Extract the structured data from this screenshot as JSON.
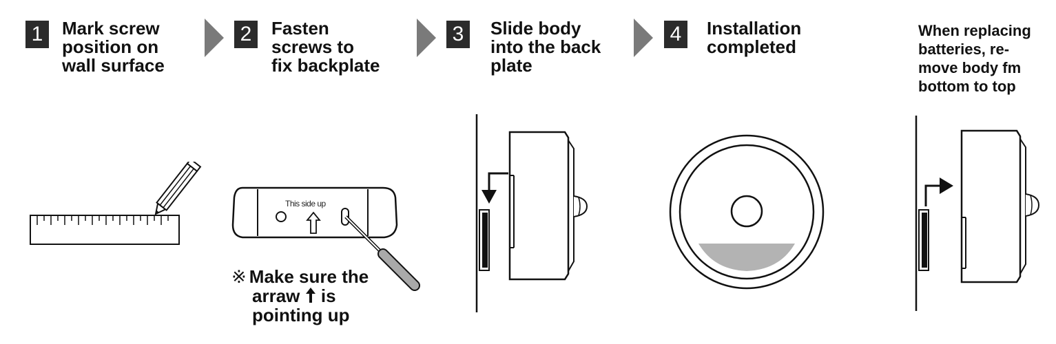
{
  "steps": [
    {
      "number": "1",
      "title": "Mark screw\nposition on\nwall surface"
    },
    {
      "number": "2",
      "title": "Fasten\nscrews to\nfix backplate"
    },
    {
      "number": "3",
      "title": "Slide body\ninto the back\nplate"
    },
    {
      "number": "4",
      "title": "Installation\ncompleted"
    }
  ],
  "replace_note": "When replacing\nbatteries, re-\nmove body fm\nbottom to top",
  "backplate_label": "This side up",
  "note": {
    "mark": "※",
    "line1": "Make sure the",
    "line2_a": "arraw",
    "line2_b": "is",
    "line3": "pointing up"
  },
  "colors": {
    "number_box": "#2b2b2b",
    "chevron": "#7a7a7a",
    "shade": "#b3b3b3",
    "line": "#111111"
  },
  "icons": [
    "pencil-icon",
    "ruler-icon",
    "screwdriver-icon",
    "arrow-up-icon"
  ]
}
